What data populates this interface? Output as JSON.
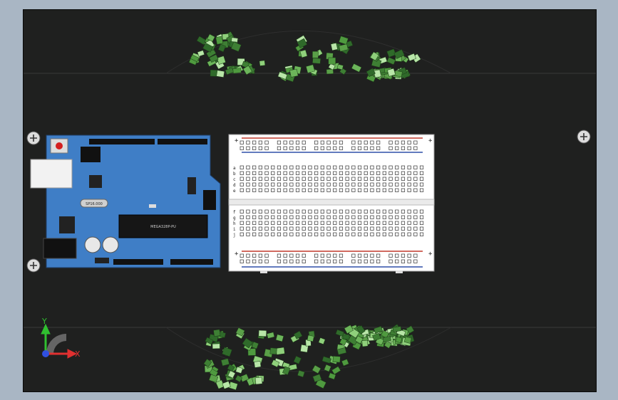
{
  "scene": {
    "title": "Arduino Uno and breadboard 3D model view",
    "background_color": "#1f201f",
    "board_color": "#3f7ec6",
    "breadboard_color": "#ffffff"
  },
  "arduino": {
    "crystal_label": "SP16.000",
    "chip_label": "MEGA328P-PU"
  },
  "breadboard": {
    "row_letters_top": [
      "a",
      "b",
      "c",
      "d",
      "e"
    ],
    "row_letters_bottom": [
      "f",
      "g",
      "h",
      "i",
      "j"
    ],
    "columns": 30,
    "plus_sign": "+",
    "minus_sign": "−"
  },
  "axes": {
    "x_label": "X",
    "y_label": "Y",
    "x_color": "#e03030",
    "y_color": "#30c030",
    "z_color": "#3050e0"
  },
  "icons": [
    "screw-icon",
    "axis-triad-icon"
  ]
}
